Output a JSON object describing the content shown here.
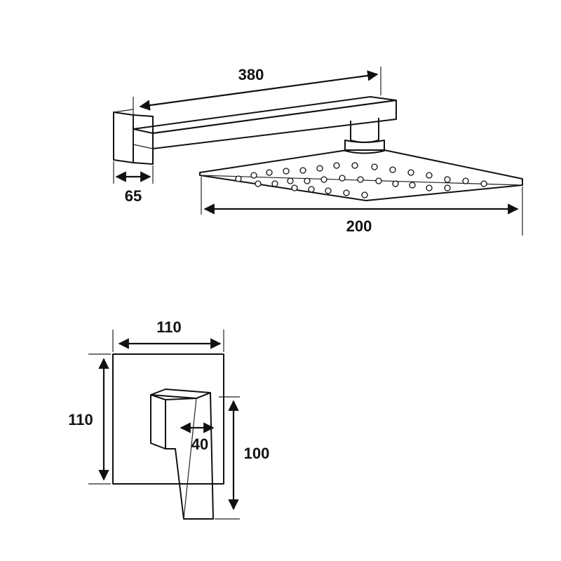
{
  "dimensions": {
    "arm_length": "380",
    "wall_plate_depth": "65",
    "shower_head_width": "200",
    "mixer_plate_width": "110",
    "mixer_plate_height": "110",
    "handle_width": "40",
    "handle_height": "100"
  },
  "colors": {
    "line": "#111111",
    "background": "#ffffff"
  }
}
